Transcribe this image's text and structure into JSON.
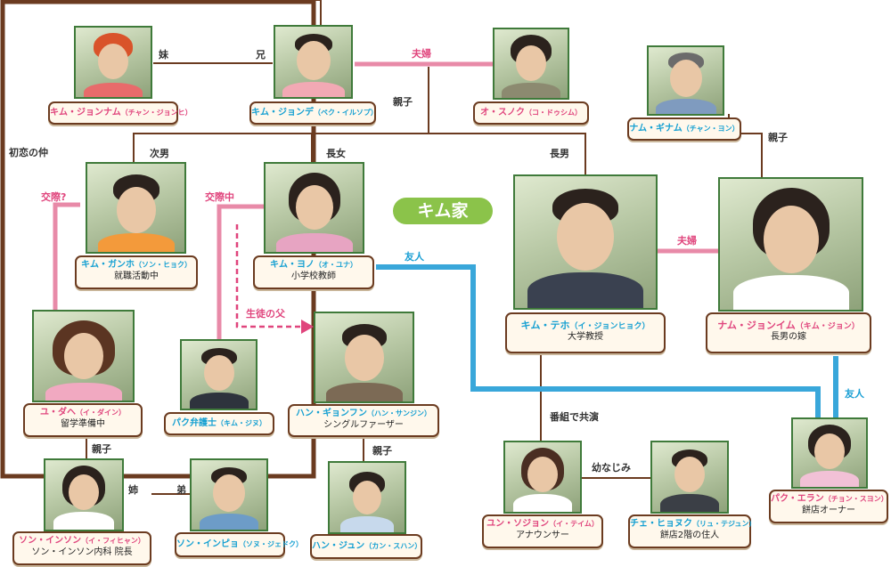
{
  "family_label": "キム家",
  "colors": {
    "family": "#6b3b20",
    "romance": "#e0457d",
    "friend": "#1a9fd4",
    "name_blue": "#16a0d2"
  },
  "people": {
    "kim_jongnam": {
      "name": "キム・ジョンナム",
      "actor": "（チャン・ジョンヒ）"
    },
    "kim_jongde": {
      "name": "キム・ジョンデ",
      "actor": "（ペク・イルソプ）"
    },
    "o_sunok": {
      "name": "オ・スノク",
      "actor": "（コ・ドゥシム）"
    },
    "nam_ginam": {
      "name": "ナム・ギナム",
      "actor": "（チャン・ヨン）"
    },
    "kim_ganho": {
      "name": "キム・ガンホ",
      "actor": "（ソン・ヒョク）",
      "desc": "就職活動中"
    },
    "kim_yono": {
      "name": "キム・ヨノ",
      "actor": "（オ・ユナ）",
      "desc": "小学校教師"
    },
    "kim_teho": {
      "name": "キム・テホ",
      "actor": "（イ・ジョンヒョク）",
      "desc": "大学教授"
    },
    "nam_jongim": {
      "name": "ナム・ジョンイム",
      "actor": "（キム・ジョン）",
      "desc": "長男の嫁"
    },
    "yu_dahe": {
      "name": "ユ・ダヘ",
      "actor": "（イ・ダイン）",
      "desc": "留学準備中"
    },
    "park_lawyer": {
      "name": "パク弁護士",
      "actor": "（キム・ジヌ）"
    },
    "han_gyonfun": {
      "name": "ハン・ギョンフン",
      "actor": "（ハン・サンジン）",
      "desc": "シングルファーザー"
    },
    "park_eran": {
      "name": "パク・エラン",
      "actor": "（チョン・スヨン）",
      "desc": "餅店オーナー"
    },
    "son_inson": {
      "name": "ソン・インソン",
      "actor": "（イ・フィヒャン）",
      "desc": "ソン・インソン内科 院長"
    },
    "son_inpyo": {
      "name": "ソン・インピョ",
      "actor": "（ソヌ・ジェドク）"
    },
    "han_jun": {
      "name": "ハン・ジュン",
      "actor": "（カン・スハン）"
    },
    "yun_sojon": {
      "name": "ユン・ソジョン",
      "actor": "（イ・テイム）",
      "desc": "アナウンサー"
    },
    "che_hyonuku": {
      "name": "チェ・ヒョヌク",
      "actor": "（リュ・テジュン）",
      "desc": "餅店2階の住人"
    }
  },
  "relations": {
    "imouto": "妹",
    "ani": "兄",
    "fuufu1": "夫婦",
    "oyako1": "親子",
    "oyako2": "親子",
    "jinan": "次男",
    "chojo": "長女",
    "chonan": "長男",
    "hatsukoi": "初恋の仲",
    "kosai_q": "交際?",
    "kosai_chu": "交際中",
    "yujin1": "友人",
    "fuufu2": "夫婦",
    "seito_no_chichi": "生徒の父",
    "oyako3": "親子",
    "oyako4": "親子",
    "ane": "姉",
    "otouto": "弟",
    "bangumi": "番組で共演",
    "osananajimi": "幼なじみ",
    "yujin2": "友人"
  }
}
